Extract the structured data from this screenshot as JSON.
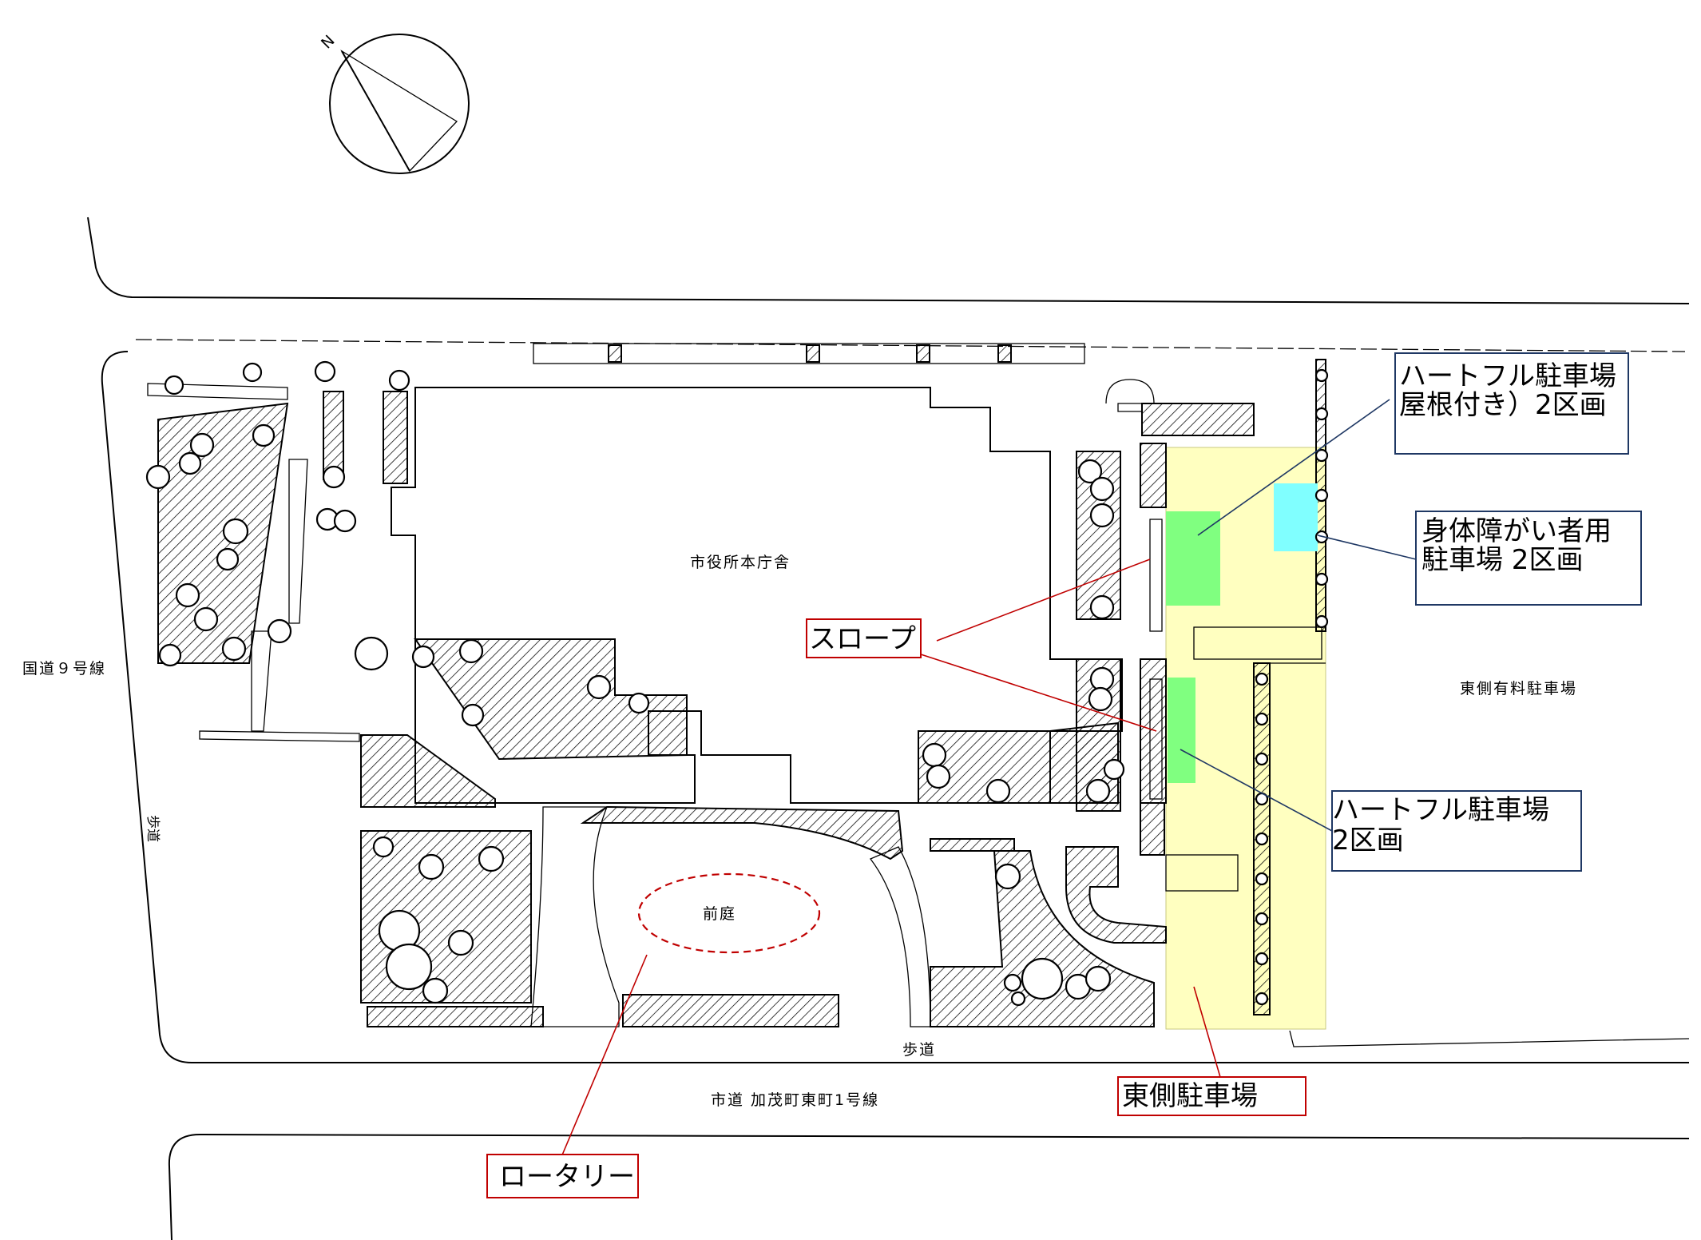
{
  "map": {
    "north_label": "N",
    "building_label": "市役所本庁舎",
    "forecourt_label": "前庭",
    "west_road_label": "国道９号線",
    "west_sidewalk_label": "歩道",
    "south_sidewalk_label": "歩道",
    "south_road_label": "市道 加茂町東町1号線",
    "east_lot_label": "東側有料駐車場"
  },
  "callouts": {
    "heartful_roof_line1": "ハートフル駐車場",
    "heartful_roof_line2": "屋根付き）2区画",
    "disabled_line1": "身体障がい者用",
    "disabled_line2": "駐車場 2区画",
    "slope": "スロープ",
    "heartful_line1": "ハートフル駐車場",
    "heartful_line2": "2区画",
    "east_parking": "東側駐車場",
    "rotary": "ロータリー"
  },
  "colors": {
    "east_parking_fill": "#ffffc0",
    "heartful_fill": "#80ff80",
    "disabled_fill": "#80ffff",
    "callout_blue": "#1f3864",
    "callout_red": "#c00000"
  }
}
